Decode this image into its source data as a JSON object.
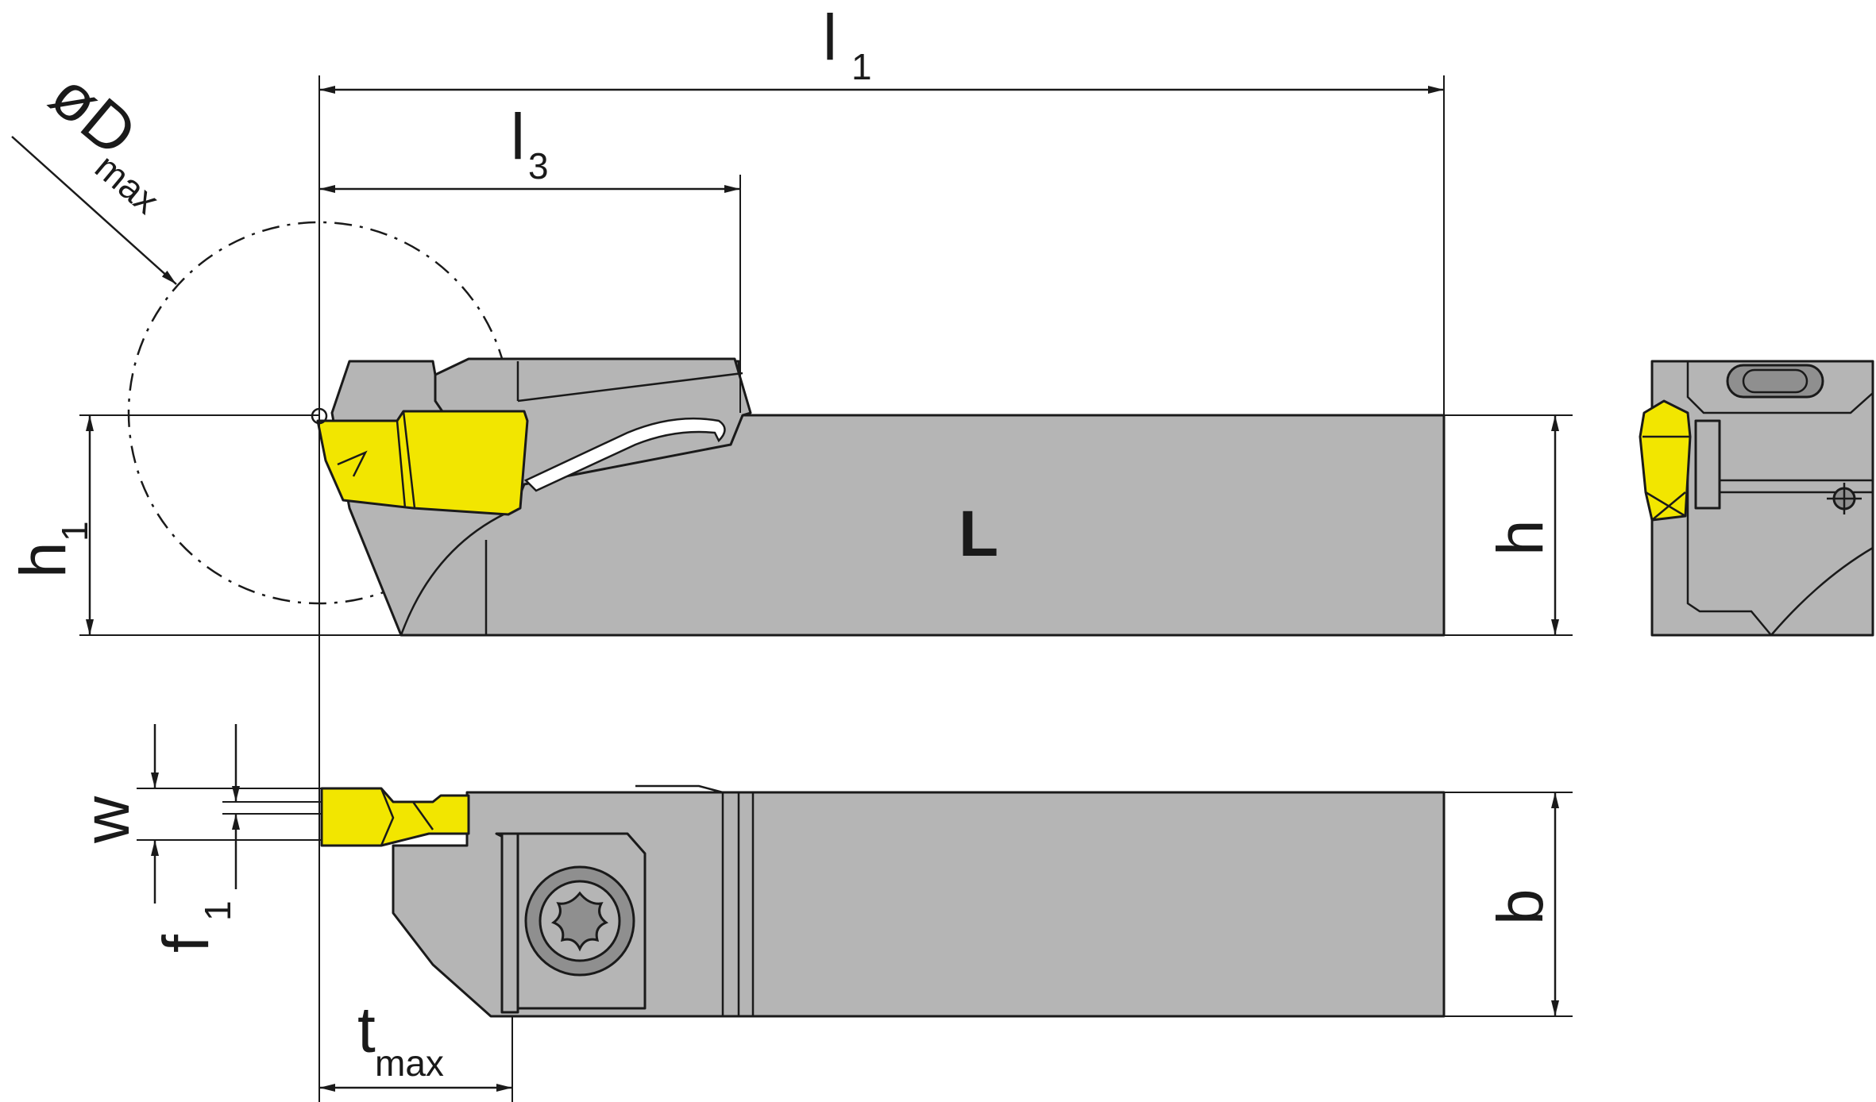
{
  "labels": {
    "l1": "l",
    "l1_sub": "1",
    "l3": "l",
    "l3_sub": "3",
    "dmax": "øD",
    "dmax_sub": "max",
    "h1": "h",
    "h1_sub": "1",
    "h": "h",
    "L": "L",
    "w": "w",
    "f1": "f",
    "f1_sub": "1",
    "b": "b",
    "tmax": "t",
    "tmax_sub": "max"
  },
  "colors": {
    "body": "#b5b5b5",
    "insert": "#f2e600",
    "line": "#1a1a1a"
  }
}
